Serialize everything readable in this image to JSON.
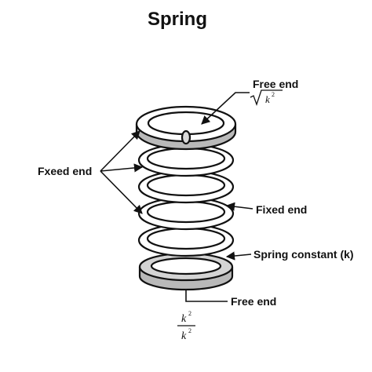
{
  "title": "Spring",
  "labels": {
    "free_end_top": "Free end",
    "fxeed_end": "Fxeed end",
    "fixed_end": "Fixed end",
    "spring_constant": "Spring constant (k)",
    "free_end_bottom": "Free end"
  },
  "formulas": {
    "top_var": "k",
    "top_exp": "2",
    "bottom_num_var": "k",
    "bottom_num_exp": "2",
    "bottom_den_var": "k",
    "bottom_den_exp": "2"
  },
  "colors": {
    "stroke": "#111111",
    "coil_shade": "#b9b9b9",
    "coil_fill": "#ffffff"
  }
}
